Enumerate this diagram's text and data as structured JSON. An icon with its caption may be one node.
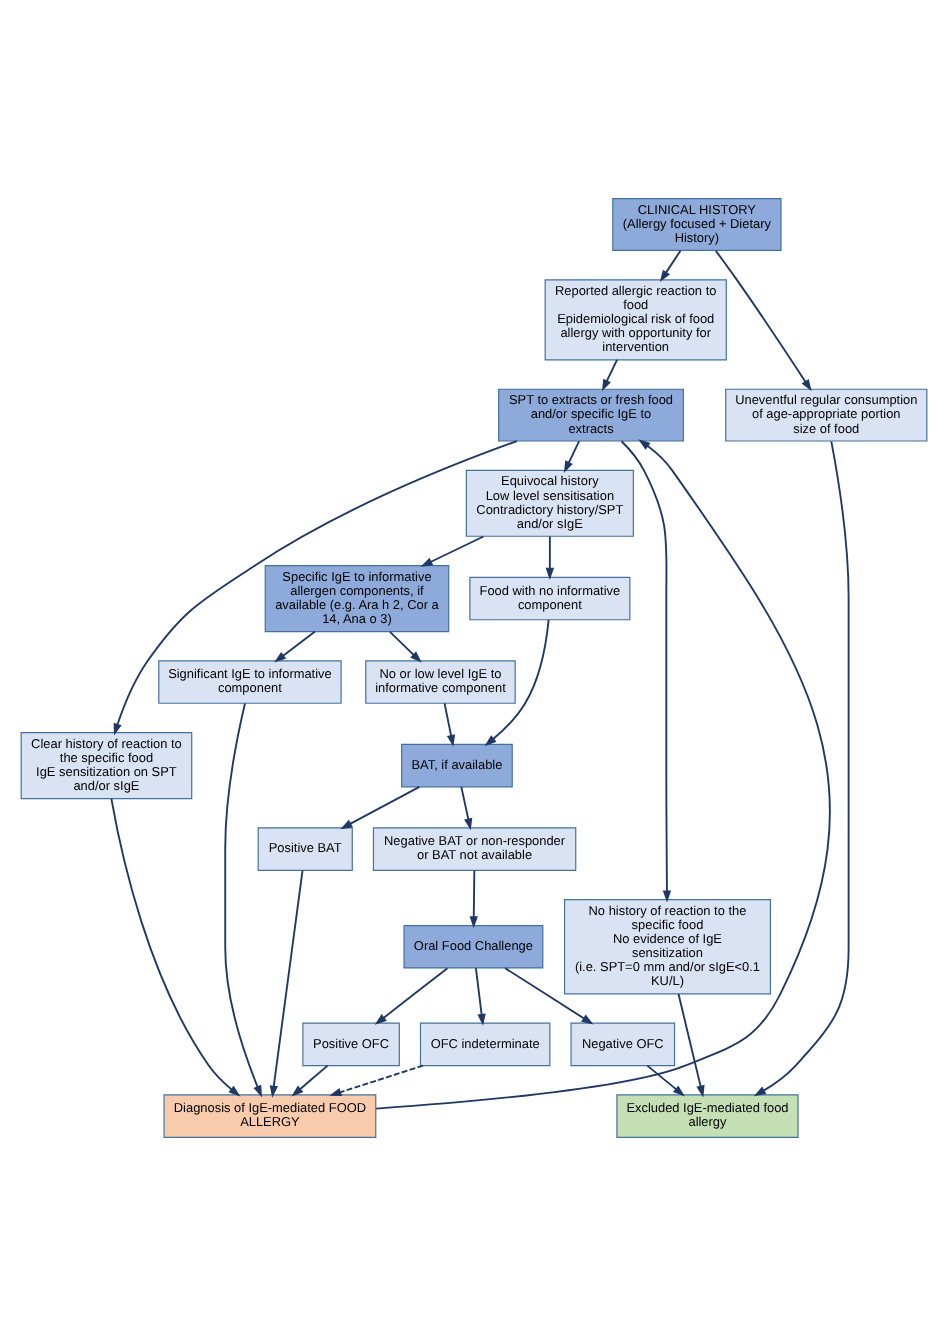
{
  "diagram": {
    "nodes": [
      {
        "text": [
          "CLINICAL HISTORY",
          "(Allergy focused + Dietary History)"
        ]
      },
      {
        "text": [
          "Reported allergic reaction to food",
          "Epidemiological risk of food allergy with opportunity for intervention"
        ]
      },
      {
        "text": [
          "Uneventful regular consumption of age-appropriate portion size of food"
        ]
      },
      {
        "text": [
          "SPT to extracts or fresh food and/or specific IgE to extracts"
        ]
      },
      {
        "text": [
          "Clear history of reaction to the specific food",
          "IgE sensitization on SPT and/or sIgE"
        ]
      },
      {
        "text": [
          "Equivocal history",
          "Low level sensitisation",
          "Contradictory history/SPT and/or sIgE"
        ]
      },
      {
        "text": [
          "No history of reaction to the specific food",
          "No evidence of IgE sensitization",
          "(i.e. SPT=0 mm and/or sIgE<0.1 KU/L)"
        ]
      },
      {
        "text": [
          "Specific IgE to informative allergen components, if available (e.g. Ara h 2, Cor a 14, Ana o 3)"
        ]
      },
      {
        "text": [
          "Food with no informative component"
        ]
      },
      {
        "text": [
          "Significant IgE to informative component"
        ]
      },
      {
        "text": [
          "No or low level IgE to informative component"
        ]
      },
      {
        "text": [
          "BAT, if available"
        ]
      },
      {
        "text": [
          "Positive BAT"
        ]
      },
      {
        "text": [
          "Negative BAT or non-responder or BAT not available"
        ]
      },
      {
        "text": [
          "Oral Food Challenge"
        ]
      },
      {
        "text": [
          "Positive OFC"
        ]
      },
      {
        "text": [
          "OFC indeterminate"
        ]
      },
      {
        "text": [
          "Negative OFC"
        ]
      },
      {
        "text": [
          "Diagnosis of IgE-mediated FOOD ALLERGY"
        ]
      },
      {
        "text": [
          "Excluded IgE-mediated food allergy"
        ]
      }
    ],
    "edges": [
      {
        "from": 0,
        "to": 1,
        "arrow": "to"
      },
      {
        "from": 0,
        "to": 2,
        "arrow": "to"
      },
      {
        "from": 1,
        "to": 3,
        "arrow": "to"
      },
      {
        "from": 3,
        "to": 4,
        "arrow": "to"
      },
      {
        "from": 3,
        "to": 5,
        "arrow": "to"
      },
      {
        "from": 3,
        "to": 6,
        "arrow": "to"
      },
      {
        "from": 5,
        "to": 7,
        "arrow": "to"
      },
      {
        "from": 5,
        "to": 8,
        "arrow": "to"
      },
      {
        "from": 7,
        "to": 9,
        "arrow": "to"
      },
      {
        "from": 7,
        "to": 10,
        "arrow": "to"
      },
      {
        "from": 10,
        "to": 11,
        "arrow": "to"
      },
      {
        "from": 8,
        "to": 11,
        "arrow": "to"
      },
      {
        "from": 11,
        "to": 12,
        "arrow": "to"
      },
      {
        "from": 11,
        "to": 13,
        "arrow": "to"
      },
      {
        "from": 13,
        "to": 14,
        "arrow": "to"
      },
      {
        "from": 14,
        "to": 15,
        "arrow": "to"
      },
      {
        "from": 14,
        "to": 16,
        "arrow": "to"
      },
      {
        "from": 14,
        "to": 17,
        "arrow": "to"
      },
      {
        "from": 4,
        "to": 18,
        "arrow": "to"
      },
      {
        "from": 9,
        "to": 18,
        "arrow": "to"
      },
      {
        "from": 12,
        "to": 18,
        "arrow": "to"
      },
      {
        "from": 15,
        "to": 18,
        "arrow": "to"
      },
      {
        "from": 16,
        "to": 18,
        "arrow": "to",
        "style": "dashed"
      },
      {
        "from": 17,
        "to": 19,
        "arrow": "to"
      },
      {
        "from": 6,
        "to": 19,
        "arrow": "to"
      },
      {
        "from": 2,
        "to": 19,
        "arrow": "to"
      },
      {
        "from": 18,
        "to": 3,
        "arrow": "to"
      }
    ]
  }
}
